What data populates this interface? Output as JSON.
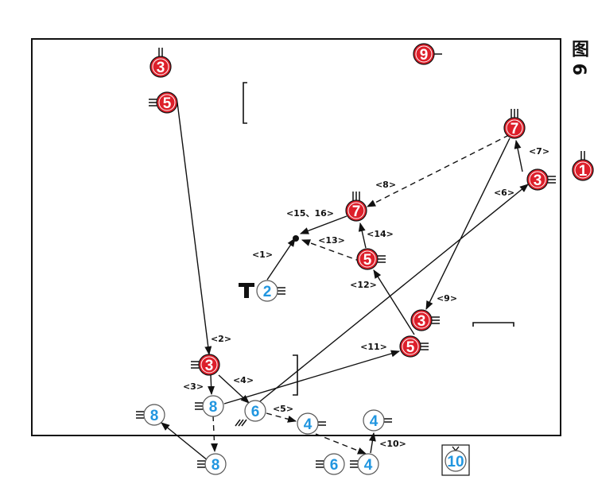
{
  "figure": {
    "title": "图 6"
  },
  "colors": {
    "red_fill": "#dd1f2a",
    "red_text": "#ffffff",
    "blue_text": "#2196e0",
    "blue_fill": "#ffffff",
    "line": "#111111"
  },
  "players": [
    {
      "id": "r3a",
      "team": "red",
      "label": "3"
    },
    {
      "id": "r5a",
      "team": "red",
      "label": "5"
    },
    {
      "id": "r9",
      "team": "red",
      "label": "9"
    },
    {
      "id": "r1",
      "team": "red",
      "label": "1"
    },
    {
      "id": "r7a",
      "team": "red",
      "label": "7"
    },
    {
      "id": "r3b",
      "team": "red",
      "label": "3"
    },
    {
      "id": "r7b",
      "team": "red",
      "label": "7"
    },
    {
      "id": "r5b",
      "team": "red",
      "label": "5"
    },
    {
      "id": "r3c",
      "team": "red",
      "label": "3"
    },
    {
      "id": "r5c",
      "team": "red",
      "label": "5"
    },
    {
      "id": "r3d",
      "team": "red",
      "label": "3"
    },
    {
      "id": "b2",
      "team": "blue",
      "label": "2"
    },
    {
      "id": "b8a",
      "team": "blue",
      "label": "8"
    },
    {
      "id": "b8b",
      "team": "blue",
      "label": "8"
    },
    {
      "id": "b6a",
      "team": "blue",
      "label": "6"
    },
    {
      "id": "b4a",
      "team": "blue",
      "label": "4"
    },
    {
      "id": "b4b",
      "team": "blue",
      "label": "4"
    },
    {
      "id": "b8c",
      "team": "blue",
      "label": "8"
    },
    {
      "id": "b6b",
      "team": "blue",
      "label": "6"
    },
    {
      "id": "b4c",
      "team": "blue",
      "label": "4"
    },
    {
      "id": "b10",
      "team": "blue",
      "label": "10"
    }
  ],
  "arrow_labels": [
    "<1>",
    "<2>",
    "<3>",
    "<4>",
    "<5>",
    "<6>",
    "<7>",
    "<8>",
    "<9>",
    "<10>",
    "<11>",
    "<12>",
    "<13>",
    "<14>",
    "<15、16>"
  ]
}
